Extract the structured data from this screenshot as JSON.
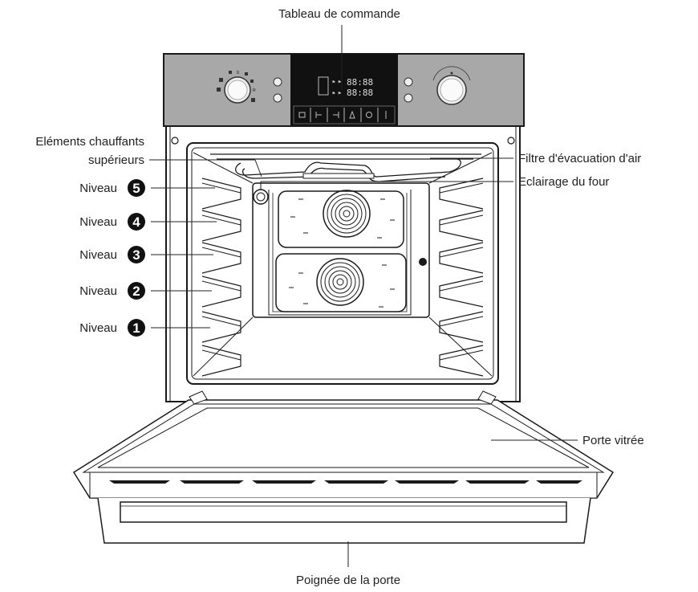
{
  "labels": {
    "control_panel": "Tableau de commande",
    "upper_heating": "Eléments chauffants",
    "upper_heating_2": "supérieurs",
    "air_filter": "Filtre d'évacuation d'air",
    "oven_light": "Eclairage du four",
    "glass_door": "Porte vitrée",
    "door_handle": "Poignée de la porte"
  },
  "levels": [
    {
      "label": "Niveau",
      "number": "5"
    },
    {
      "label": "Niveau",
      "number": "4"
    },
    {
      "label": "Niveau",
      "number": "3"
    },
    {
      "label": "Niveau",
      "number": "2"
    },
    {
      "label": "Niveau",
      "number": "1"
    }
  ],
  "display": {
    "digits_top": "88:88",
    "digits_bottom": "88:88"
  }
}
